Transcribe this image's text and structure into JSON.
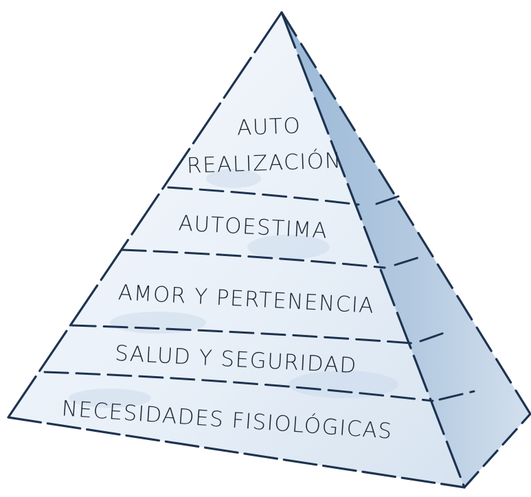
{
  "pyramid": {
    "colors": {
      "front_face": "#eef4fa",
      "side_face": "#a8c1db",
      "ink": "#1d3350",
      "wash": "#c7d8ea"
    },
    "levels": [
      {
        "lines": [
          "AUTO",
          "REALIZACIÓN"
        ]
      },
      {
        "lines": [
          "AUTOESTIMA"
        ]
      },
      {
        "lines": [
          "AMOR Y PERTENENCIA"
        ]
      },
      {
        "lines": [
          "SALUD Y SEGURIDAD"
        ]
      },
      {
        "lines": [
          "NECESIDADES FISIOLÓGICAS"
        ]
      }
    ]
  }
}
